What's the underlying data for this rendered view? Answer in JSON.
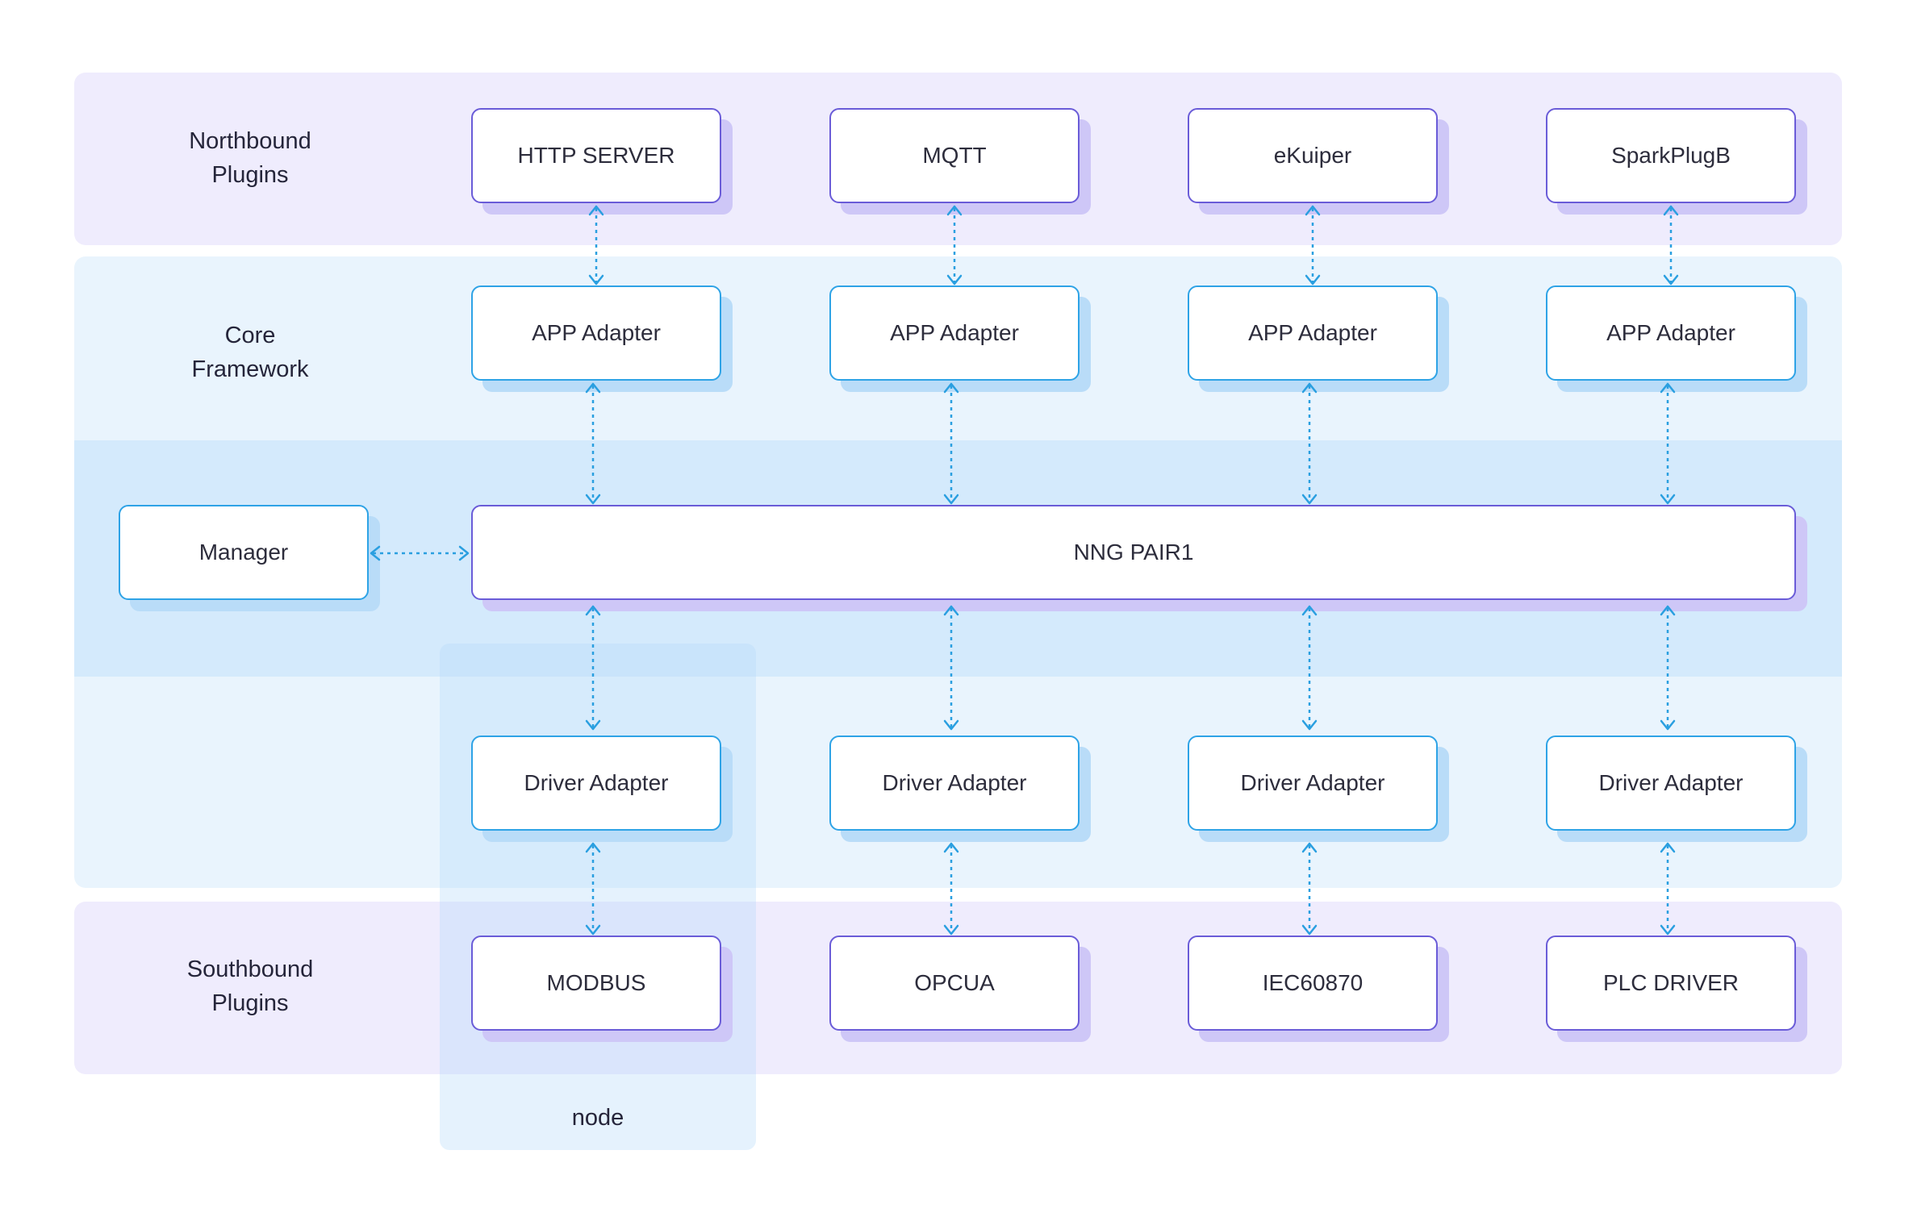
{
  "layers": {
    "northbound": "Northbound\nPlugins",
    "core": "Core\nFramework",
    "southbound": "Southbound\nPlugins",
    "node": "node"
  },
  "northbound_plugins": [
    "HTTP SERVER",
    "MQTT",
    "eKuiper",
    "SparkPlugB"
  ],
  "app_adapters": [
    "APP Adapter",
    "APP Adapter",
    "APP Adapter",
    "APP Adapter"
  ],
  "manager": "Manager",
  "bus": "NNG PAIR1",
  "driver_adapters": [
    "Driver Adapter",
    "Driver Adapter",
    "Driver Adapter",
    "Driver Adapter"
  ],
  "southbound_plugins": [
    "MODBUS",
    "OPCUA",
    "IEC60870",
    "PLC DRIVER"
  ],
  "colors": {
    "plugin_border": "#6a5cd8",
    "adapter_border": "#2ea3e6",
    "connector": "#2a9fe0",
    "plugin_band": "#efecfd",
    "core_band": "#e9f4fd",
    "bus_band": "#d4eafc"
  }
}
